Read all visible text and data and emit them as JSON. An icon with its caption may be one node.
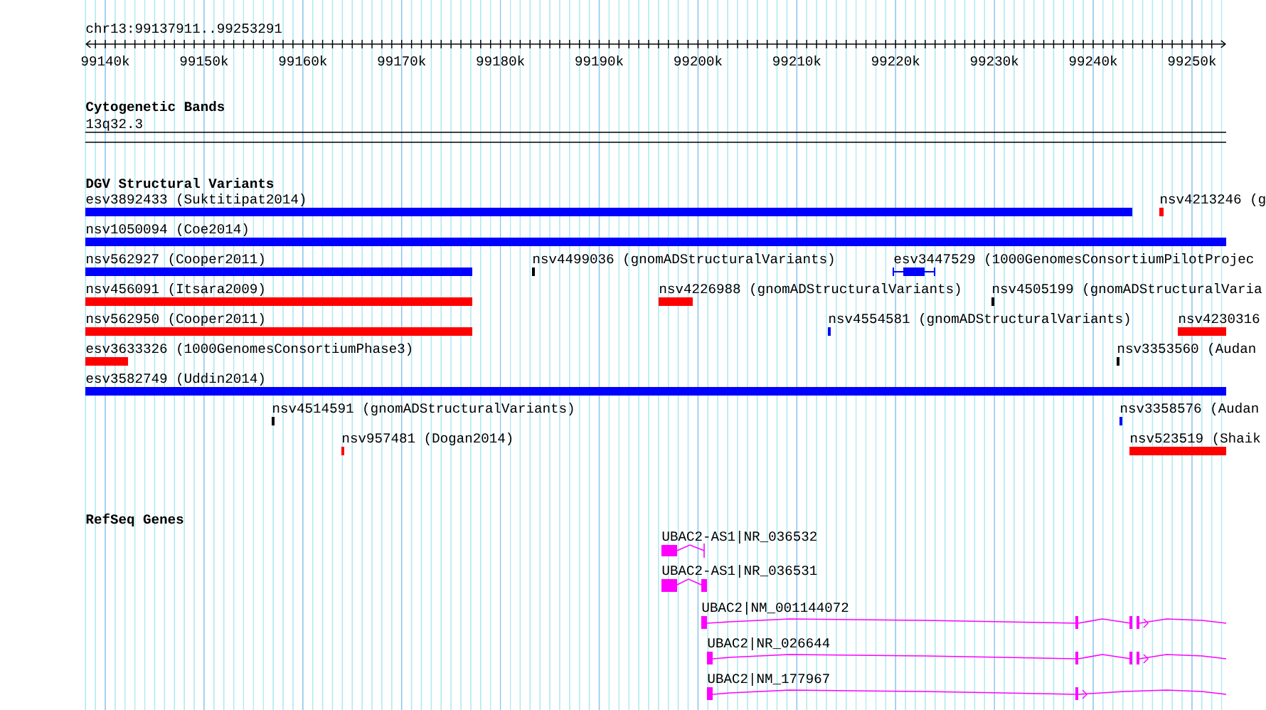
{
  "diagram": {
    "nodes": [
      {
        "text": [
          "esv3892433 (Suktitipat2014)"
        ]
      },
      {
        "text": [
          "nsv4213246 (g"
        ]
      },
      {
        "text": [
          "nsv1050094 (Coe2014)"
        ]
      },
      {
        "text": [
          "nsv562927 (Cooper2011)"
        ]
      },
      {
        "text": [
          "nsv4499036 (gnomADStructuralVariants)"
        ]
      },
      {
        "text": [
          "esv3447529 (1000GenomesConsortiumPilotProjec"
        ]
      },
      {
        "text": [
          "nsv456091 (Itsara2009)"
        ]
      },
      {
        "text": [
          "nsv4226988 (gnomADStructuralVariants)"
        ]
      },
      {
        "text": [
          "nsv4505199 (gnomADStructuralVaria"
        ]
      },
      {
        "text": [
          "nsv562950 (Cooper2011)"
        ]
      },
      {
        "text": [
          "nsv4554581 (gnomADStructuralVariants)"
        ]
      },
      {
        "text": [
          "nsv4230316"
        ]
      },
      {
        "text": [
          "esv3633326 (1000GenomesConsortiumPhase3)"
        ]
      },
      {
        "text": [
          "nsv3353560 (Audan"
        ]
      },
      {
        "text": [
          "esv3582749 (Uddin2014)"
        ]
      },
      {
        "text": [
          "nsv4514591 (gnomADStructuralVariants)"
        ]
      },
      {
        "text": [
          "nsv3358576 (Audan"
        ]
      },
      {
        "text": [
          "nsv957481 (Dogan2014)"
        ]
      },
      {
        "text": [
          "nsv523519 (Shaik"
        ]
      },
      {
        "text": [
          "UBAC2-AS1|NR_036532"
        ]
      },
      {
        "text": [
          "UBAC2-AS1|NR_036531"
        ]
      },
      {
        "text": [
          "UBAC2|NM_001144072"
        ]
      },
      {
        "text": [
          "UBAC2|NR_026644"
        ]
      },
      {
        "text": [
          "UBAC2|NM_177967"
        ]
      }
    ],
    "labels": [
      "chr13:99137911..99253291",
      "99140k",
      "99150k",
      "99160k",
      "99170k",
      "99180k",
      "99190k",
      "99200k",
      "99210k",
      "99220k",
      "99230k",
      "99240k",
      "99250k",
      "Cytogenetic Bands",
      "13q32.3",
      "DGV Structural Variants",
      "RefSeq Genes"
    ]
  }
}
